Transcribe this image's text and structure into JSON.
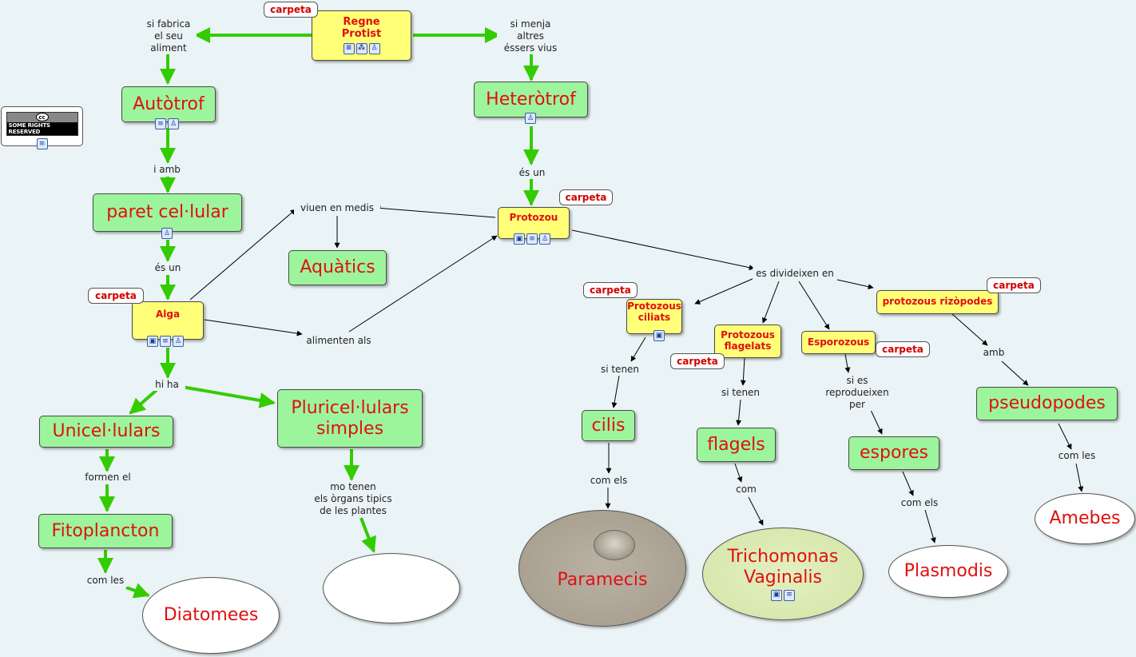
{
  "nodes": {
    "regne_protist": "Regne\nProtist",
    "autotrof": "Autòtrof",
    "heterotrof": "Heteròtrof",
    "paret": "paret cel·lular",
    "protozou": "Protozou",
    "aquatics": "Aquàtics",
    "alga": "Alga",
    "unicel": "Unicel·lulars",
    "pluricel": "Pluricel·lulars\nsimples",
    "fitoplancton": "Fitoplancton",
    "diatomees": "Diatomees",
    "empty_oval": "",
    "prot_ciliats": "Protozous\nciliats",
    "prot_flagelats": "Protozous\nflagelats",
    "esporozous": "Esporozous",
    "rizopodes": "protozous rizòpodes",
    "cilis": "cilis",
    "flagels": "flagels",
    "espores": "espores",
    "pseudopodes": "pseudopodes",
    "paramecis": "Paramecis",
    "trichomonas": "Trichomonas\nVaginalis",
    "plasmodis": "Plasmodis",
    "amebes": "Amebes"
  },
  "tags": {
    "t1": "carpeta",
    "t2": "carpeta",
    "t3": "carpeta",
    "t4": "carpeta",
    "t5": "carpeta",
    "t6": "carpeta",
    "t7": "carpeta"
  },
  "labels": {
    "si_fabrica": "si fabrica\nel seu\naliment",
    "si_menja": "si menja\naltres\néssers vius",
    "i_amb": "i amb",
    "es_un_1": "és un",
    "es_un_2": "és un",
    "viuen": "viuen en medis",
    "alimenten": "alimenten als",
    "hi_ha": "hi ha",
    "formen_el": "formen el",
    "com_les_1": "com les",
    "mo_tenen": "mo tenen\nels òrgans tipics\nde les plantes",
    "es_divideixen": "es divideixen en",
    "si_tenen_1": "si tenen",
    "si_tenen_2": "si tenen",
    "si_es": "si es\nreprodueixen\nper",
    "amb": "amb",
    "com_els_1": "com els",
    "com": "com",
    "com_els_2": "com els",
    "com_les_2": "com les"
  },
  "license": {
    "badge": "cc",
    "text": "SOME RIGHTS RESERVED"
  },
  "colors": {
    "green_arrow": "#33cc00",
    "black_arrow": "#000000",
    "node_text": "#e01010"
  }
}
